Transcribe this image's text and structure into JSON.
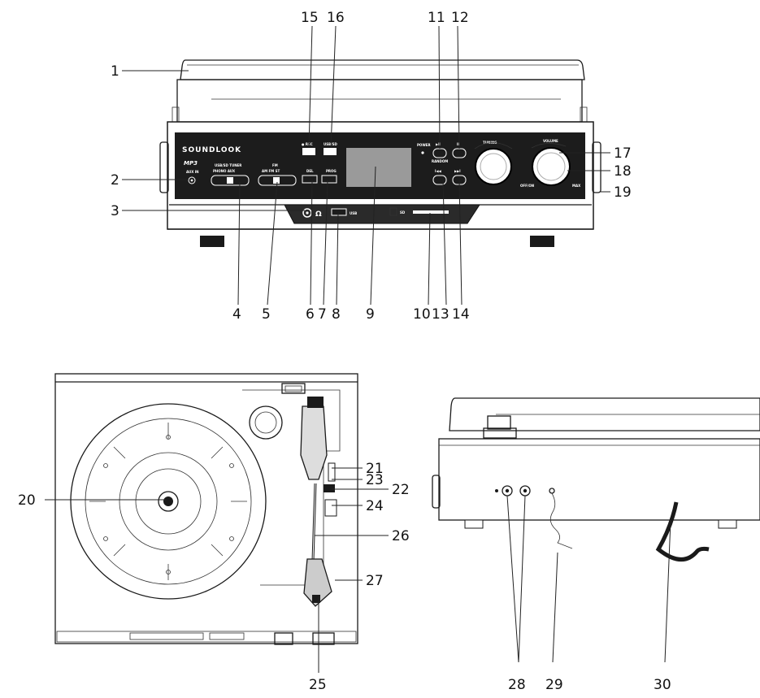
{
  "brand": "SOUNDLOOK",
  "panel_labels": {
    "mp3": "MP3",
    "aux_in": "AUX IN",
    "source_top": "USB/SD   TUNER",
    "source_bottom": "PHONO    AUX",
    "band_top": "FM",
    "band_bottom": "AM      FM ST",
    "rec": "● REC",
    "usb_sd": "USB/SD",
    "del": "DEL",
    "prog": "PROG",
    "power": "POWER",
    "random": "RANDOM",
    "tuning": "TUNING",
    "volume": "VOLUME",
    "off_on": "OFF/ON",
    "max": "MAX",
    "sd_card": "SD",
    "usb_mark": "USB"
  },
  "callouts": {
    "c1": "1",
    "c2": "2",
    "c3": "3",
    "c4": "4",
    "c5": "5",
    "c6": "6",
    "c7": "7",
    "c8": "8",
    "c9": "9",
    "c10": "10",
    "c11": "11",
    "c12": "12",
    "c13": "13",
    "c14": "14",
    "c15": "15",
    "c16": "16",
    "c17": "17",
    "c18": "18",
    "c19": "19",
    "c20": "20",
    "c21": "21",
    "c22": "22",
    "c23": "23",
    "c24": "24",
    "c25": "25",
    "c26": "26",
    "c27": "27",
    "c28": "28",
    "c29": "29",
    "c30": "30"
  },
  "colors": {
    "panel": "#1c1c1c",
    "panel_edge": "#0a0a0a",
    "lcd": "#9a9a9a",
    "ink": "#1a1a1a"
  }
}
